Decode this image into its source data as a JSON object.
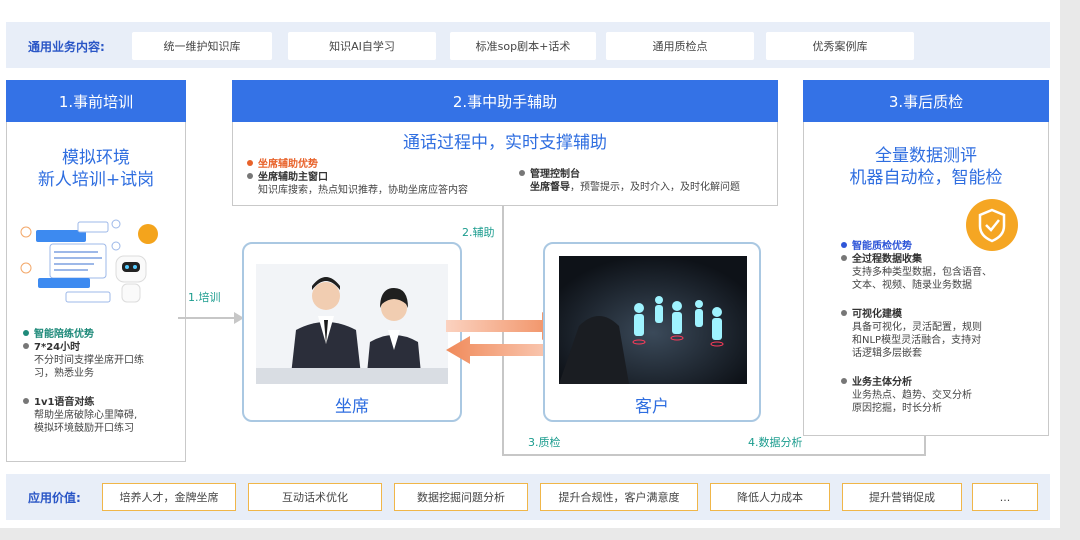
{
  "top_band": {
    "label": "通用业务内容:",
    "chips": [
      "统一维护知识库",
      "知识AI自学习",
      "标准sop剧本+话术",
      "通用质检点",
      "优秀案例库"
    ]
  },
  "columns": {
    "pre": {
      "header": "1.事前培训",
      "title_line1": "模拟环境",
      "title_line2": "新人培训+试岗"
    },
    "mid": {
      "header": "2.事中助手辅助",
      "subtitle": "通话过程中，实时支撑辅助"
    },
    "post": {
      "header": "3.事后质检",
      "title_line1": "全量数据测评",
      "title_line2": "机器自动检，智能检"
    }
  },
  "mid_bullets": {
    "left": {
      "heading": "坐席辅助优势",
      "item_title": "坐席辅助主窗口",
      "item_desc": "知识库搜索，热点知识推荐，协助坐席应答内容"
    },
    "right": {
      "item_title": "管理控制台",
      "item_strong": "坐席督导",
      "item_desc": "，预警提示，及时介入，及时化解问题"
    }
  },
  "pre_bullets": {
    "heading": "智能陪练优势",
    "item1_title": "7*24小时",
    "item1_desc_line1": "不分时间支撑坐席开口练",
    "item1_desc_line2": "习，熟悉业务",
    "item2_title": "1v1语音对练",
    "item2_desc_line1": "帮助坐席破除心里障碍,",
    "item2_desc_line2": "模拟环境鼓励开口练习"
  },
  "post_bullets": {
    "heading": "智能质检优势",
    "item1_title": "全过程数据收集",
    "item1_desc_line1": "支持多种类型数据，包含语音、",
    "item1_desc_line2": "文本、视频、随录业务数据",
    "item2_title": "可视化建模",
    "item2_desc_line1": "具备可视化，灵活配置，规则",
    "item2_desc_line2": "和NLP模型灵活融合，支持对",
    "item2_desc_line3": "话逻辑多层嵌套",
    "item3_title": "业务主体分析",
    "item3_desc_line1": "业务热点、趋势、交叉分析",
    "item3_desc_line2": "原因挖掘，时长分析"
  },
  "flow": {
    "train": "1.培训",
    "assist": "2.辅助",
    "qc": "3.质检",
    "analysis": "4.数据分析",
    "agent_label": "坐席",
    "customer_label": "客户"
  },
  "bottom_band": {
    "label": "应用价值:",
    "chips": [
      "培养人才，金牌坐席",
      "互动话术优化",
      "数据挖掘问题分析",
      "提升合规性，客户满意度",
      "降低人力成本",
      "提升营销促成",
      "..."
    ]
  },
  "colors": {
    "header_blue": "#3472e6",
    "accent_teal": "#1f8a7a",
    "accent_orange": "#e8622a",
    "chip_border": "#f0b649"
  }
}
